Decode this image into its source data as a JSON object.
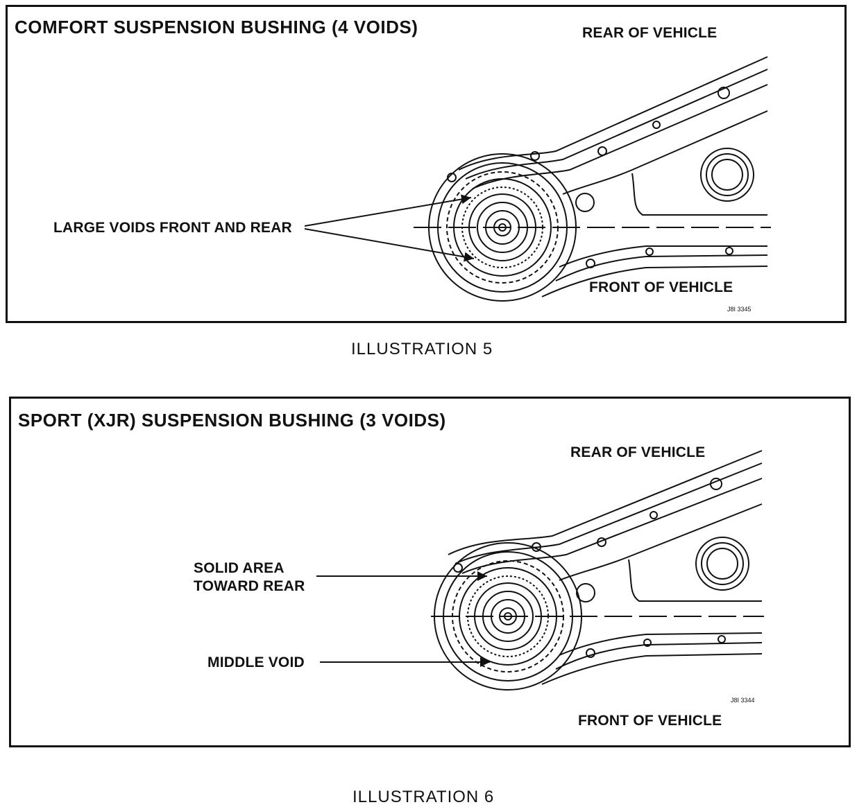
{
  "illustrations": [
    {
      "title": "COMFORT SUSPENSION BUSHING (4 VOIDS)",
      "rear_label": "REAR OF VEHICLE",
      "front_label": "FRONT OF VEHICLE",
      "callout": "LARGE VOIDS FRONT AND REAR",
      "code": "J8I 3345",
      "caption": "ILLUSTRATION 5"
    },
    {
      "title": "SPORT (XJR) SUSPENSION BUSHING (3 VOIDS)",
      "rear_label": "REAR OF VEHICLE",
      "front_label": "FRONT OF VEHICLE",
      "callout_solid_line1": "SOLID AREA",
      "callout_solid_line2": "TOWARD REAR",
      "callout_middle": "MIDDLE VOID",
      "code": "J8I 3344",
      "caption": "ILLUSTRATION 6"
    }
  ]
}
